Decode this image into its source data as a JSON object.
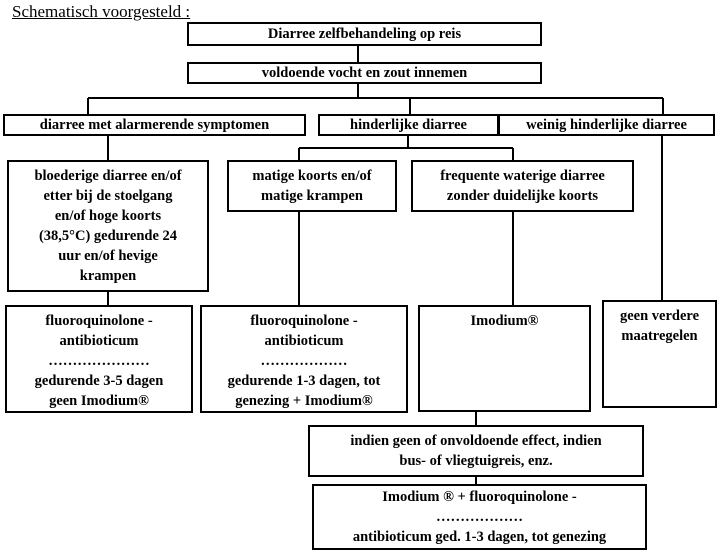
{
  "heading": "Schematisch voorgesteld :",
  "nodes": {
    "title": [
      "Diarree zelfbehandeling op reis"
    ],
    "fluids": [
      "voldoende vocht en zout innemen"
    ],
    "alarm": [
      "diarree met alarmerende symptomen"
    ],
    "bothersome": [
      "hinderlijke diarree"
    ],
    "mild": [
      "weinig hinderlijke diarree"
    ],
    "alarm_symptoms": [
      "bloederige diarree en/of",
      "etter bij de stoelgang",
      "en/of hoge koorts",
      "(38,5°C) gedurende 24",
      "uur en/of hevige",
      "krampen"
    ],
    "moderate_fever": [
      "matige koorts en/of",
      "matige krampen"
    ],
    "watery": [
      "frequente waterige diarree",
      "zonder duidelijke koorts"
    ],
    "treat_alarm": [
      "fluoroquinolone -",
      "antibioticum",
      "…………………",
      "gedurende 3-5 dagen",
      "geen Imodium®"
    ],
    "treat_moderate": [
      "fluoroquinolone -",
      "antibioticum",
      "………………",
      "gedurende 1-3 dagen, tot",
      "genezing + Imodium®"
    ],
    "imodium": [
      "Imodium®"
    ],
    "no_measures": [
      "geen verdere",
      "maatregelen"
    ],
    "if_no_effect": [
      "indien geen of onvoldoende effect, indien",
      "bus- of vliegtuigreis, enz."
    ],
    "combo": [
      "Imodium ® + fluoroquinolone -",
      "………………",
      "antibioticum ged. 1-3 dagen, tot genezing"
    ]
  }
}
